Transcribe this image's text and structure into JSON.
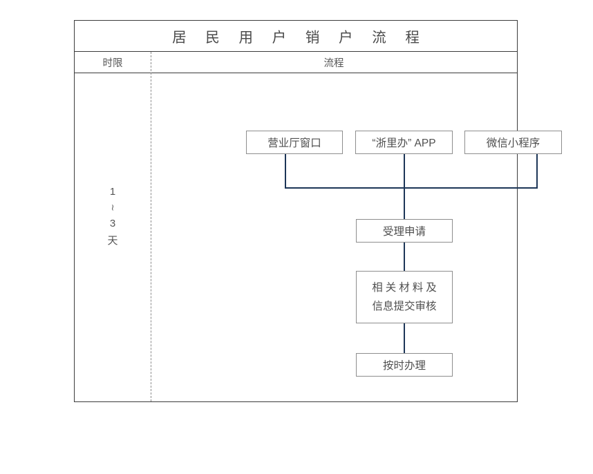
{
  "table": {
    "title": "居 民 用 户 销 户 流 程",
    "headers": {
      "time_limit": "时限",
      "flow": "流程"
    }
  },
  "time_limit": {
    "value_start": "1",
    "range_mark": "∼",
    "value_end": "3",
    "unit": "天",
    "full_text": "1∼3天"
  },
  "flow": {
    "entry_boxes": [
      {
        "id": "hall",
        "label": "营业厅窗口"
      },
      {
        "id": "app",
        "label": "“浙里办” APP"
      },
      {
        "id": "wechat",
        "label": "微信小程序"
      }
    ],
    "steps": [
      {
        "id": "accept",
        "label": "受理申请"
      },
      {
        "id": "submit",
        "line1": "相关材料及",
        "line2": "信息提交审核"
      },
      {
        "id": "handle",
        "label": "按时办理"
      }
    ]
  },
  "colors": {
    "connector": "#1c3557",
    "box_border": "#8d8d8d",
    "table_border": "#3a3a3a",
    "text": "#4f4f4f",
    "divider": "#8a8a8a",
    "background": "#ffffff"
  }
}
